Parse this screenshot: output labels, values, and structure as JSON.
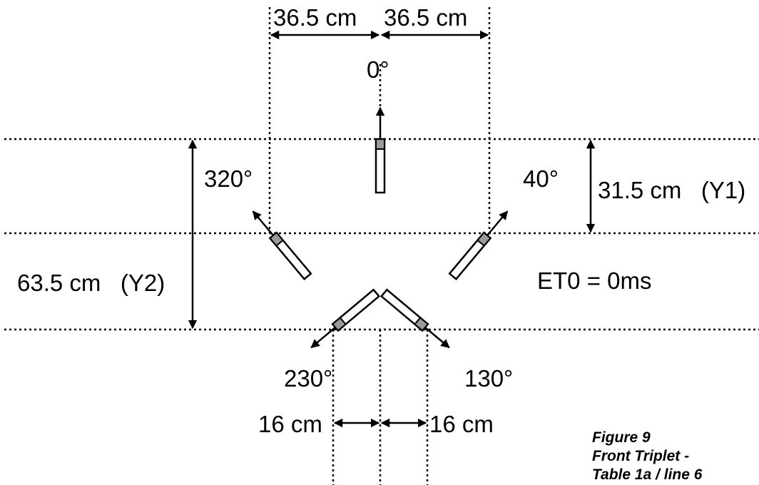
{
  "dimensions": {
    "top_left": "36.5 cm",
    "top_right": "36.5 cm",
    "y1": "31.5 cm   (Y1)",
    "y2": "63.5 cm   (Y2)",
    "bottom_left": "16 cm",
    "bottom_right": "16 cm"
  },
  "angles": {
    "front": "0°",
    "left": "320°",
    "right": "40°",
    "rear_left": "230°",
    "rear_right": "130°"
  },
  "delay": "ET0 = 0ms",
  "caption": {
    "line1": "Figure 9",
    "line2": "Front Triplet -",
    "line3": "Table 1a / line 6"
  },
  "colors": {
    "line": "#000000",
    "capsule": "#9a9a9a",
    "background": "#ffffff"
  }
}
